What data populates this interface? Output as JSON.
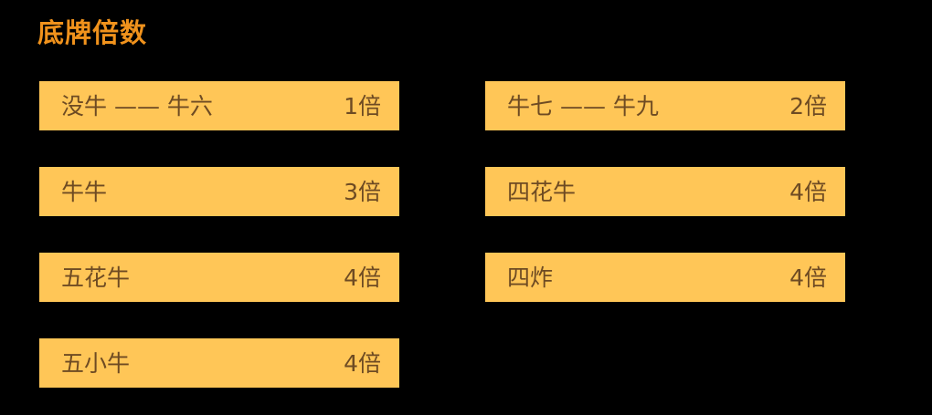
{
  "panel": {
    "title": "底牌倍数",
    "background_color": "#000000",
    "bar_color": "#FFC657",
    "title_color": "#F0921C",
    "text_color": "#6E4B23"
  },
  "rows": [
    {
      "left": {
        "name": "没牛 —— 牛六",
        "multiplier": "1倍"
      },
      "right": {
        "name": "牛七 —— 牛九",
        "multiplier": "2倍"
      }
    },
    {
      "left": {
        "name": "牛牛",
        "multiplier": "3倍"
      },
      "right": {
        "name": "四花牛",
        "multiplier": "4倍"
      }
    },
    {
      "left": {
        "name": "五花牛",
        "multiplier": "4倍"
      },
      "right": {
        "name": "四炸",
        "multiplier": "4倍"
      }
    },
    {
      "left": {
        "name": "五小牛",
        "multiplier": "4倍"
      },
      "right": {
        "name": "",
        "multiplier": ""
      }
    }
  ]
}
